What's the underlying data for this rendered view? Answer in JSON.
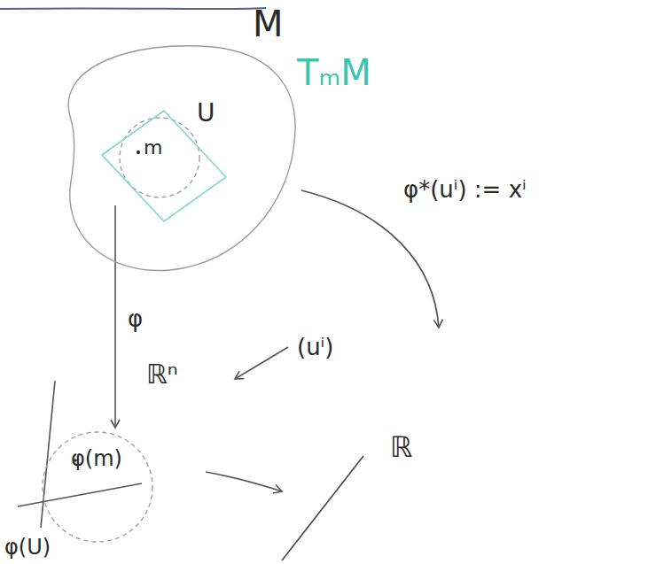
{
  "diagram": {
    "nodes": [
      {
        "text": [
          "M"
        ]
      },
      {
        "text": [
          "m",
          "U"
        ],
        "in": 0
      },
      {
        "text": [
          "TₘM"
        ]
      },
      {
        "text": [
          "φ(m)",
          "φ(U)"
        ]
      }
    ],
    "edges": [
      {
        "from": 1,
        "to": 3,
        "label": "φ",
        "arrow": "to"
      }
    ],
    "labels": [
      "φ*(uⁱ) := xⁱ",
      "(uⁱ)",
      "ℝⁿ",
      "ℝ"
    ]
  }
}
